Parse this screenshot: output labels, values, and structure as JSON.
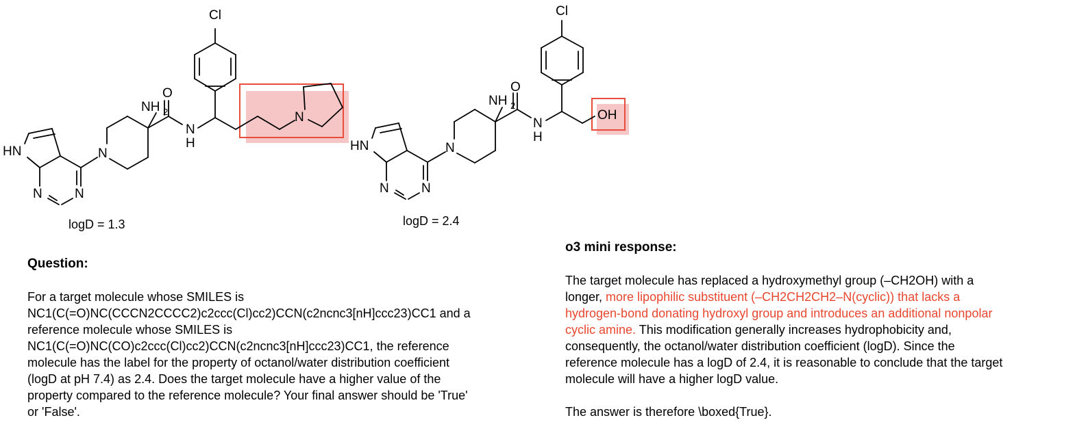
{
  "molecules": {
    "target": {
      "caption": "logD = 1.3",
      "labels": {
        "cl": "Cl",
        "nh2": "NH",
        "nh2_sub": "2",
        "o": "O",
        "amide_n": "N",
        "amide_h": "H",
        "pip_n": "N",
        "pyr_n": "N",
        "hn": "HN",
        "n1": "N",
        "n2": "N"
      }
    },
    "reference": {
      "caption": "logD = 2.4",
      "labels": {
        "cl": "Cl",
        "nh2": "NH",
        "nh2_sub": "2",
        "o": "O",
        "amide_n": "N",
        "amide_h": "H",
        "oh": "OH",
        "hn": "HN",
        "pip_n": "N",
        "n1": "N",
        "n2": "N"
      }
    }
  },
  "question": {
    "heading": "Question:",
    "lines": [
      "For a target molecule whose SMILES is",
      "NC1(C(=O)NC(CCCN2CCCC2)c2ccc(Cl)cc2)CCN(c2ncnc3[nH]ccc23)CC1 and a",
      "reference molecule whose SMILES is",
      "NC1(C(=O)NC(CO)c2ccc(Cl)cc2)CCN(c2ncnc3[nH]ccc23)CC1, the reference",
      "molecule has the label for the property of octanol/water distribution coefficient",
      "(logD at pH 7.4) as 2.4. Does the target molecule have a higher value of the",
      "property compared to the reference molecule? Your final answer should be 'True'",
      "or 'False'."
    ]
  },
  "response": {
    "heading": "o3 mini response:",
    "l1": "The target molecule has replaced a hydroxymethyl group (–CH2OH) with a",
    "l2a": "longer, ",
    "l2b": "more lipophilic substituent (–CH2CH2CH2–N(cyclic)) that lacks a",
    "l3": "hydrogen-bond donating hydroxyl group and introduces an additional nonpolar",
    "l4a": "cyclic amine.",
    "l4b": " This modification generally increases hydrophobicity and,",
    "l5": "consequently, the octanol/water distribution coefficient (logD). Since the",
    "l6": "reference molecule has a logD of 2.4, it is reasonable to conclude that the target",
    "l7": "molecule will have a higher logD value.",
    "answer": "The answer is therefore \\boxed{True}."
  },
  "colors": {
    "highlight": "#e74c3c",
    "highlight_text": "#e8472f",
    "shadow": "#f6c6c6"
  }
}
